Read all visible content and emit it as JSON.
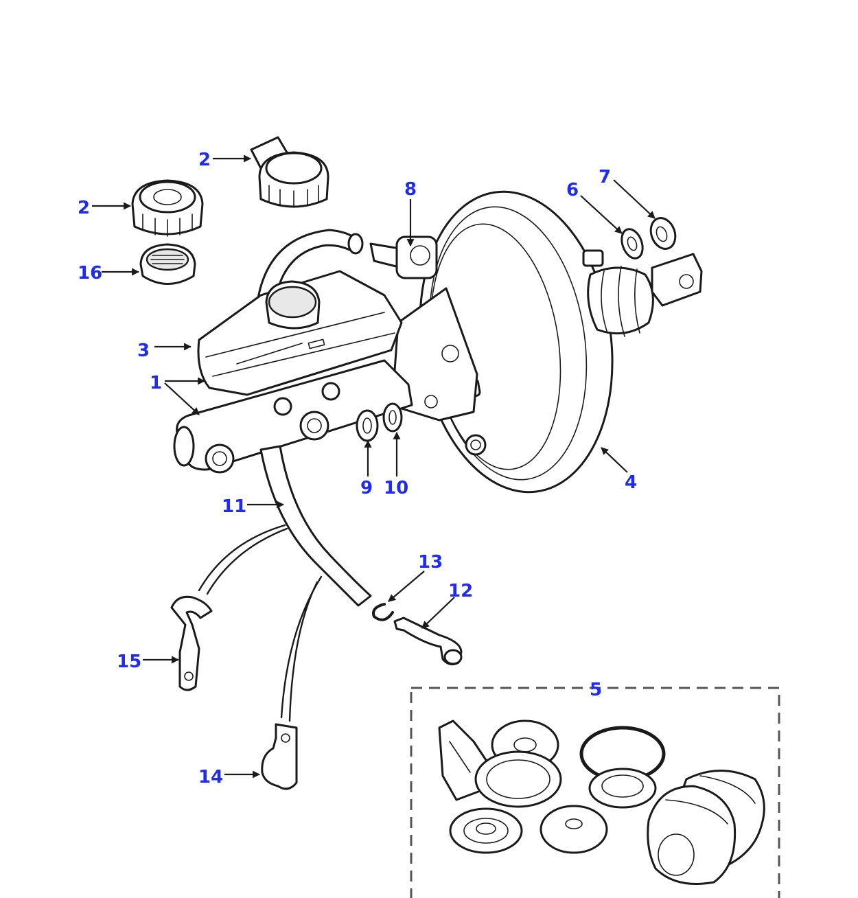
{
  "colors": {
    "callout": "#1f2cf0",
    "line": "#1a1a1a",
    "kit_border": "#555555"
  },
  "callouts": [
    {
      "key": "c1",
      "label": "1"
    },
    {
      "key": "c2a",
      "label": "2"
    },
    {
      "key": "c2b",
      "label": "2"
    },
    {
      "key": "c3",
      "label": "3"
    },
    {
      "key": "c4",
      "label": "4"
    },
    {
      "key": "c5",
      "label": "5"
    },
    {
      "key": "c6",
      "label": "6"
    },
    {
      "key": "c7",
      "label": "7"
    },
    {
      "key": "c8",
      "label": "8"
    },
    {
      "key": "c9",
      "label": "9"
    },
    {
      "key": "c10",
      "label": "10"
    },
    {
      "key": "c11",
      "label": "11"
    },
    {
      "key": "c12",
      "label": "12"
    },
    {
      "key": "c13",
      "label": "13"
    },
    {
      "key": "c14",
      "label": "14"
    },
    {
      "key": "c15",
      "label": "15"
    },
    {
      "key": "c16",
      "label": "16"
    }
  ]
}
